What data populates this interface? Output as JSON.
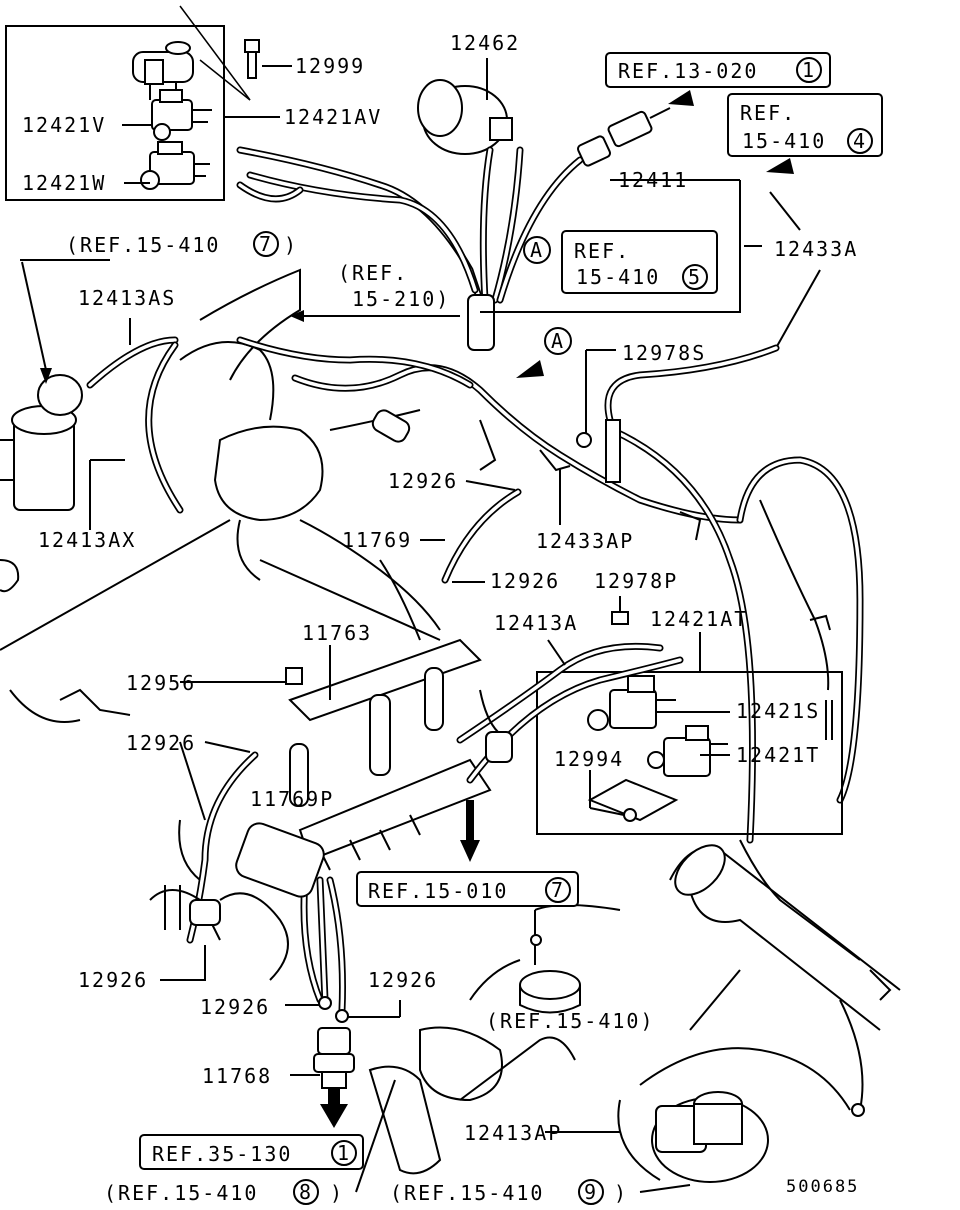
{
  "diagram_code": "500685",
  "parts": {
    "p12999": "12999",
    "p12421V": "12421V",
    "p12421W": "12421W",
    "p12421AV": "12421AV",
    "p12462": "12462",
    "p12411": "12411",
    "p12433A": "12433A",
    "p12413AS": "12413AS",
    "p12413AX": "12413AX",
    "p12978S": "12978S",
    "p12926_a": "12926",
    "p12433AP": "12433AP",
    "p11769": "11769",
    "p12926_b": "12926",
    "p12978P": "12978P",
    "p11763": "11763",
    "p12413A": "12413A",
    "p12421AT": "12421AT",
    "p12956": "12956",
    "p12421S": "12421S",
    "p12926_c": "12926",
    "p12994": "12994",
    "p12421T": "12421T",
    "p11769P": "11769P",
    "p12926_d": "12926",
    "p12926_e": "12926",
    "p12926_f": "12926",
    "p11768": "11768",
    "p12413AP": "12413AP"
  },
  "refs": {
    "r13_020": {
      "text": "REF.13-020",
      "circle": "1"
    },
    "r15_410_4_line1": "REF.",
    "r15_410_4_line2": "15-410",
    "r15_410_4_circle": "4",
    "r15_410_5_line1": "REF.",
    "r15_410_5_line2": "15-410",
    "r15_410_5_circle": "5",
    "r15_410_7_pre": "(REF.15-410",
    "r15_410_7_circle": "7",
    "r15_410_7_post": ")",
    "r15_210_line1": "(REF.",
    "r15_210_line2": "15-210)",
    "r15_010": {
      "text": "REF.15-010",
      "circle": "7"
    },
    "r15_410_plain": "(REF.15-410)",
    "r35_130": {
      "text": "REF.35-130",
      "circle": "1"
    },
    "r15_410_8_pre": "(REF.15-410",
    "r15_410_8_circle": "8",
    "r15_410_8_post": ")",
    "r15_410_9_pre": "(REF.15-410",
    "r15_410_9_circle": "9",
    "r15_410_9_post": ")"
  },
  "markers": {
    "a1": "A",
    "a2": "A"
  }
}
